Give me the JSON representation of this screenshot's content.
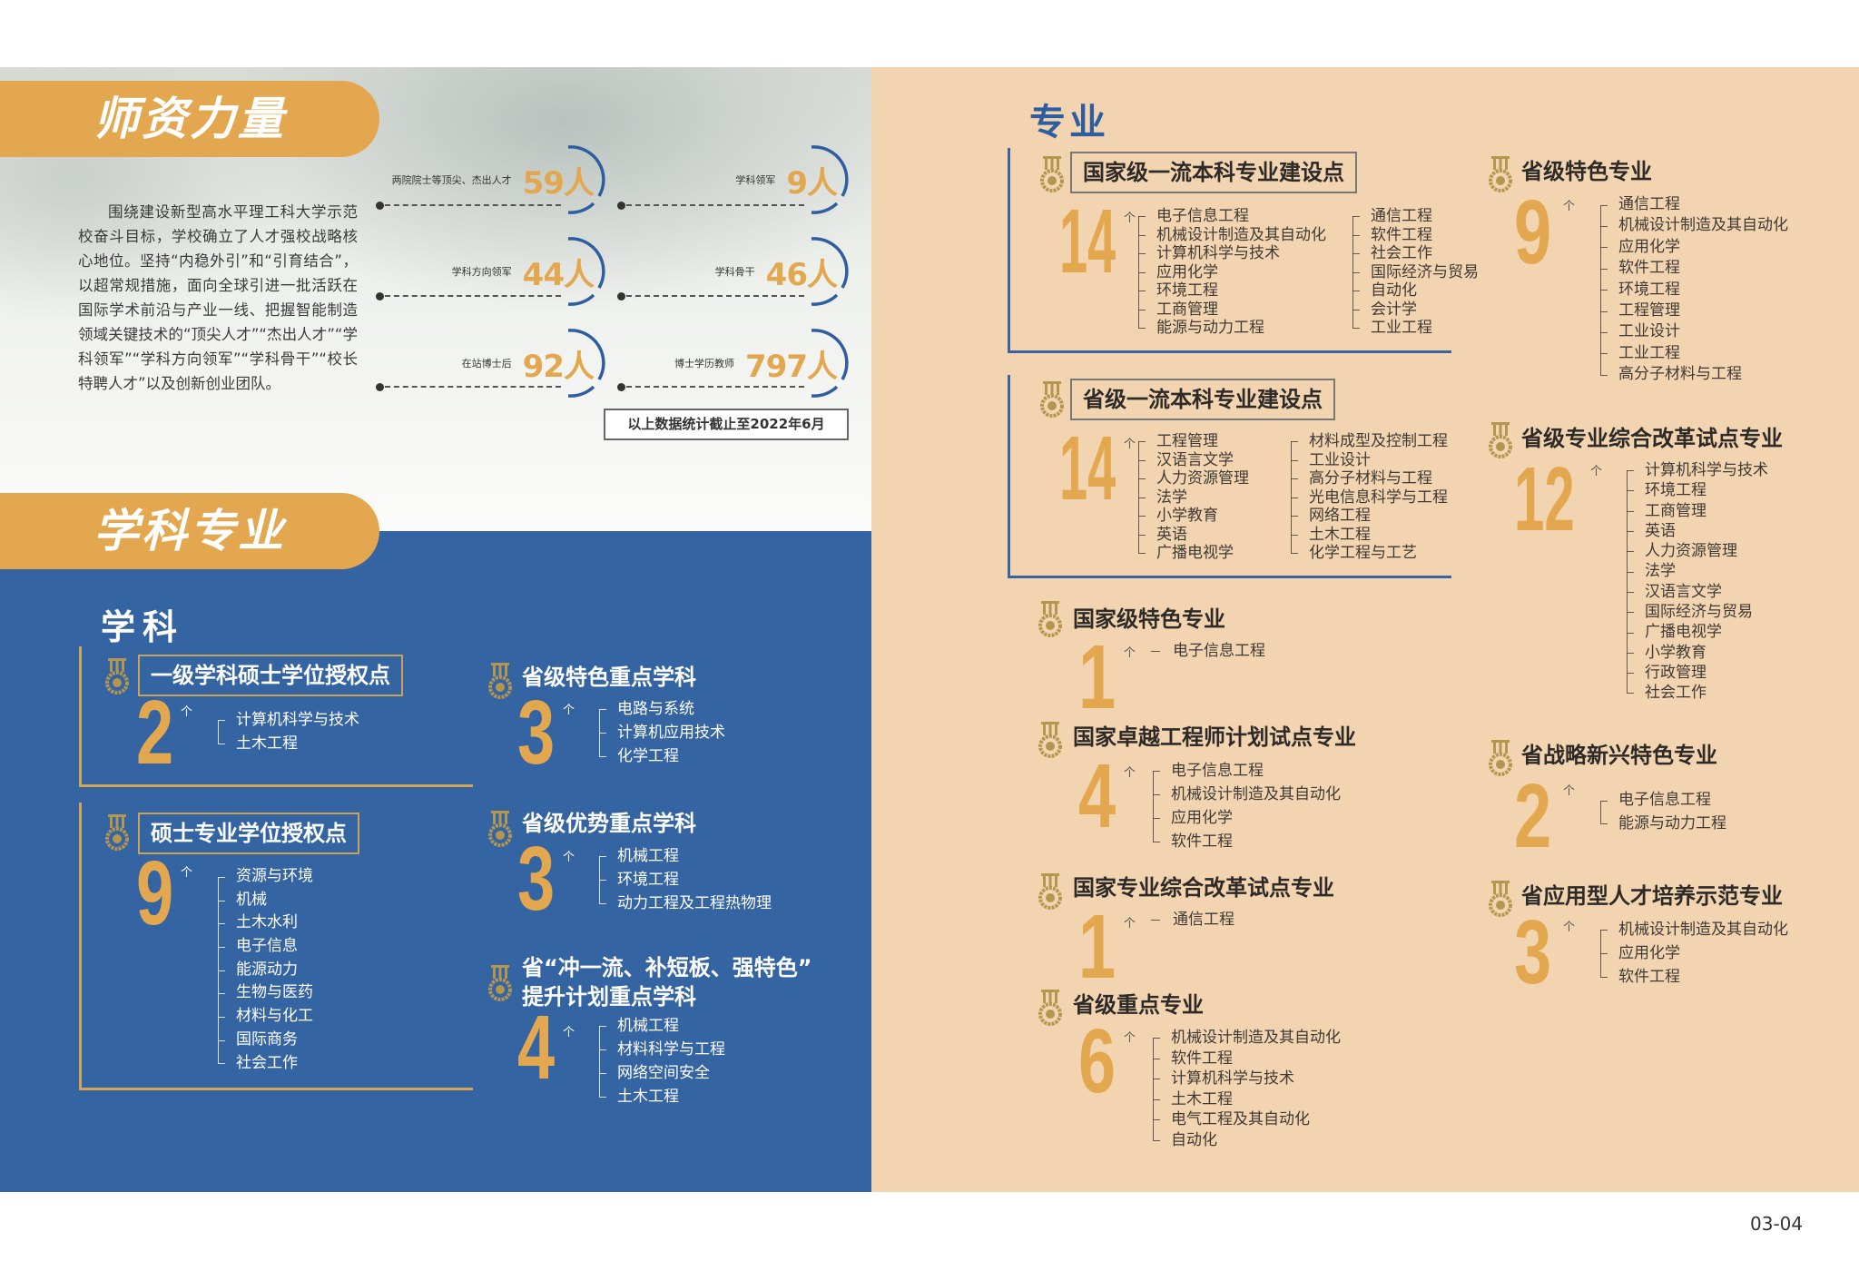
{
  "left": {
    "banner_faculty": "师资力量",
    "intro": "围绕建设新型高水平理工科大学示范校奋斗目标，学校确立了人才强校战略核心地位。坚持“内稳外引”和“引育结合”，以超常规措施，面向全球引进一批活跃在国际学术前沿与产业一线、把握智能制造领域关键技术的“顶尖人才”“杰出人才”“学科领军”“学科方向领军”“学科骨干”“校长特聘人才”以及创新创业团队。",
    "stats": [
      {
        "label": "两院院士等顶尖、杰出人才",
        "value": "59人"
      },
      {
        "label": "学科领军",
        "value": "9人"
      },
      {
        "label": "学科方向领军",
        "value": "44人"
      },
      {
        "label": "学科骨干",
        "value": "46人"
      },
      {
        "label": "在站博士后",
        "value": "92人"
      },
      {
        "label": "博士学历教师",
        "value": "797人"
      }
    ],
    "note": "以上数据统计截止至2022年6月",
    "banner_disciplines": "学科专业",
    "heading_disciplines": "学科"
  },
  "right": {
    "heading": "专业"
  },
  "blocks": {
    "a": {
      "title": "一级学科硕士学位授权点",
      "count": "2",
      "unit": "个",
      "columns": [
        [
          "计算机科学与技术",
          "土木工程"
        ]
      ]
    },
    "b": {
      "title": "硕士专业学位授权点",
      "count": "9",
      "unit": "个",
      "columns": [
        [
          "资源与环境",
          "机械",
          "土木水利",
          "电子信息",
          "能源动力",
          "生物与医药",
          "材料与化工",
          "国际商务",
          "社会工作"
        ]
      ]
    },
    "c": {
      "title": "省级特色重点学科",
      "count": "3",
      "unit": "个",
      "columns": [
        [
          "电路与系统",
          "计算机应用技术",
          "化学工程"
        ]
      ]
    },
    "d": {
      "title": "省级优势重点学科",
      "count": "3",
      "unit": "个",
      "columns": [
        [
          "机械工程",
          "环境工程",
          "动力工程及工程热物理"
        ]
      ]
    },
    "e": {
      "title": "省“冲一流、补短板、强特色”\n提升计划重点学科",
      "count": "4",
      "unit": "个",
      "columns": [
        [
          "机械工程",
          "材料科学与工程",
          "网络空间安全",
          "土木工程"
        ]
      ]
    },
    "f": {
      "title": "国家级一流本科专业建设点",
      "count": "14",
      "unit": "个",
      "columns": [
        [
          "电子信息工程",
          "机械设计制造及其自动化",
          "计算机科学与技术",
          "应用化学",
          "环境工程",
          "工商管理",
          "能源与动力工程"
        ],
        [
          "通信工程",
          "软件工程",
          "社会工作",
          "国际经济与贸易",
          "自动化",
          "会计学",
          "工业工程"
        ]
      ]
    },
    "g": {
      "title": "省级一流本科专业建设点",
      "count": "14",
      "unit": "个",
      "columns": [
        [
          "工程管理",
          "汉语言文学",
          "人力资源管理",
          "法学",
          "小学教育",
          "英语",
          "广播电视学"
        ],
        [
          "材料成型及控制工程",
          "工业设计",
          "高分子材料与工程",
          "光电信息科学与工程",
          "网络工程",
          "土木工程",
          "化学工程与工艺"
        ]
      ]
    },
    "h": {
      "title": "国家级特色专业",
      "count": "1",
      "unit": "个",
      "columns": [
        [
          "电子信息工程"
        ]
      ]
    },
    "i": {
      "title": "国家卓越工程师计划试点专业",
      "count": "4",
      "unit": "个",
      "columns": [
        [
          "电子信息工程",
          "机械设计制造及其自动化",
          "应用化学",
          "软件工程"
        ]
      ]
    },
    "j": {
      "title": "国家专业综合改革试点专业",
      "count": "1",
      "unit": "个",
      "columns": [
        [
          "通信工程"
        ]
      ]
    },
    "k": {
      "title": "省级重点专业",
      "count": "6",
      "unit": "个",
      "columns": [
        [
          "机械设计制造及其自动化",
          "软件工程",
          "计算机科学与技术",
          "土木工程",
          "电气工程及其自动化",
          "自动化"
        ]
      ]
    },
    "l": {
      "title": "省级特色专业",
      "count": "9",
      "unit": "个",
      "columns": [
        [
          "通信工程",
          "机械设计制造及其自动化",
          "应用化学",
          "软件工程",
          "环境工程",
          "工程管理",
          "工业设计",
          "工业工程",
          "高分子材料与工程"
        ]
      ]
    },
    "m": {
      "title": "省级专业综合改革试点专业",
      "count": "12",
      "unit": "个",
      "columns": [
        [
          "计算机科学与技术",
          "环境工程",
          "工商管理",
          "英语",
          "人力资源管理",
          "法学",
          "汉语言文学",
          "国际经济与贸易",
          "广播电视学",
          "小学教育",
          "行政管理",
          "社会工作"
        ]
      ]
    },
    "n": {
      "title": "省战略新兴特色专业",
      "count": "2",
      "unit": "个",
      "columns": [
        [
          "电子信息工程",
          "能源与动力工程"
        ]
      ]
    },
    "o": {
      "title": "省应用型人才培养示范专业",
      "count": "3",
      "unit": "个",
      "columns": [
        [
          "机械设计制造及其自动化",
          "应用化学",
          "软件工程"
        ]
      ]
    }
  },
  "footer": {
    "page_number": "03-04"
  },
  "colors": {
    "gold": "#e3a84f",
    "blue": "#3564a3",
    "peach": "#f2d4b0",
    "medal": "#b5964e"
  }
}
